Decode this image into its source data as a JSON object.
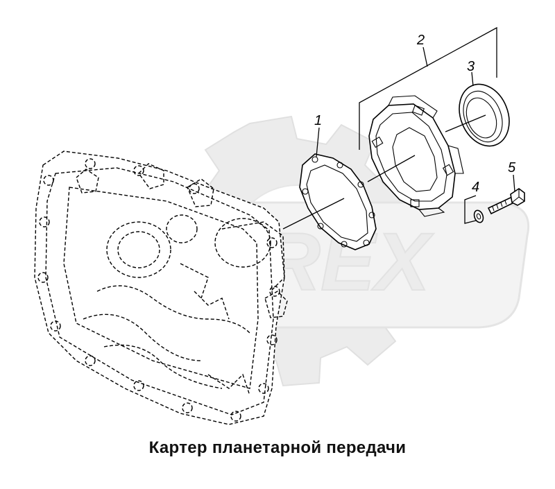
{
  "caption": "Картер планетарной передачи",
  "watermark": {
    "text": "OREX",
    "color": "#e8e8e8"
  },
  "callouts": [
    {
      "id": "1",
      "label": "1",
      "part": "gasket"
    },
    {
      "id": "2",
      "label": "2",
      "part": "cover-assembly"
    },
    {
      "id": "3",
      "label": "3",
      "part": "oil-seal"
    },
    {
      "id": "4",
      "label": "4",
      "part": "washer"
    },
    {
      "id": "5",
      "label": "5",
      "part": "bolt"
    }
  ]
}
